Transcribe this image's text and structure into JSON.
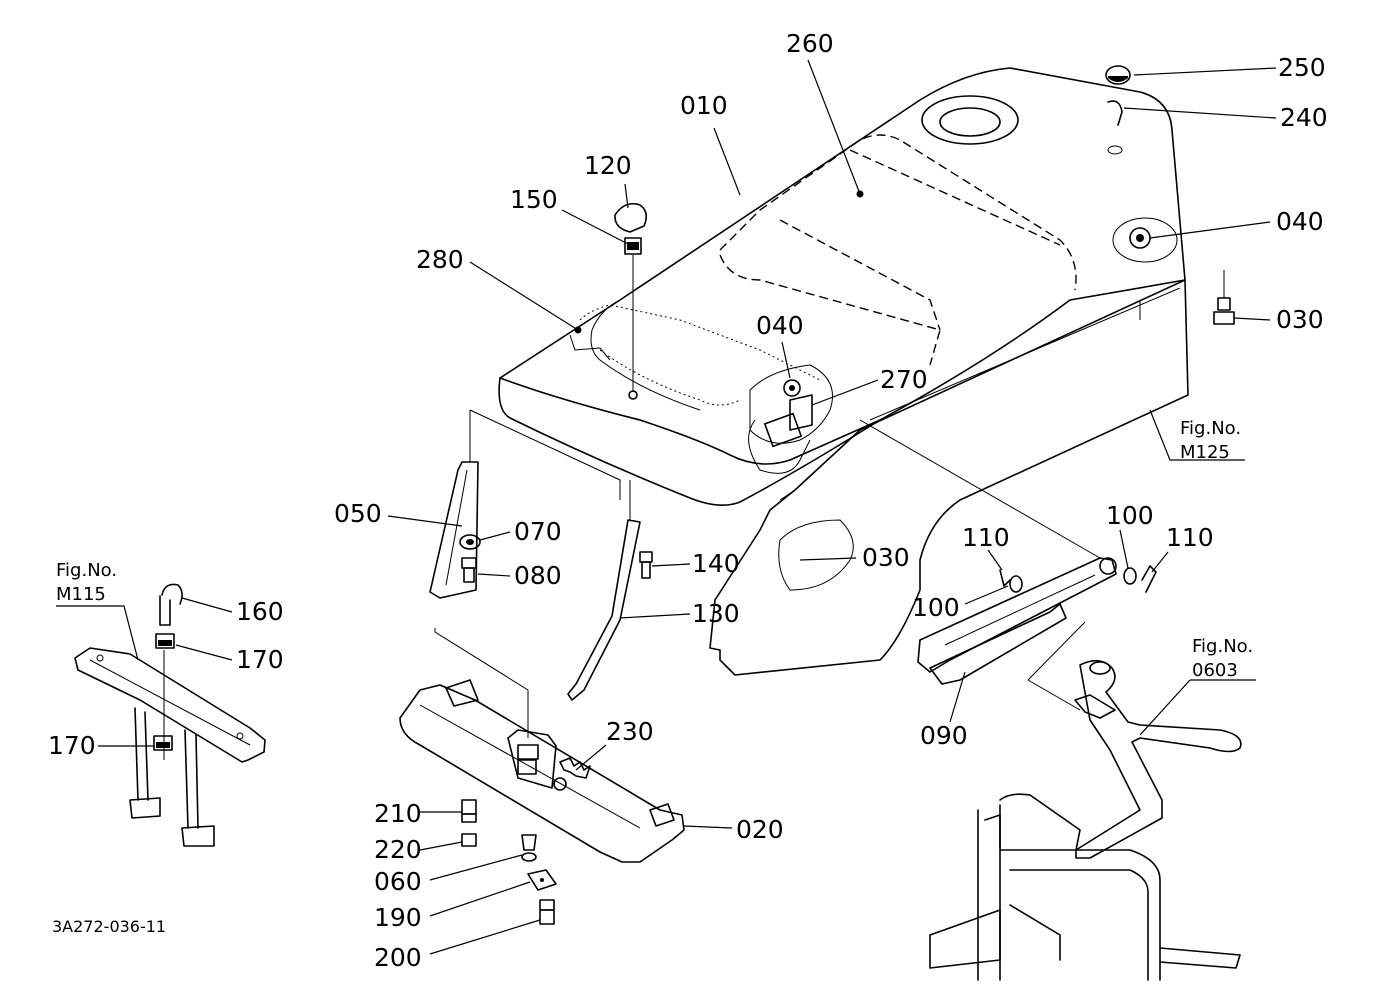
{
  "labels": {
    "p260": "260",
    "p250": "250",
    "p240": "240",
    "p010": "010",
    "p120": "120",
    "p150": "150",
    "p040a": "040",
    "p040b": "040",
    "p280": "280",
    "p030a": "030",
    "p030b": "030",
    "p270": "270",
    "p050": "050",
    "p070": "070",
    "p080": "080",
    "p140": "140",
    "p130": "130",
    "p110a": "110",
    "p110b": "110",
    "p100a": "100",
    "p100b": "100",
    "p160": "160",
    "p170a": "170",
    "p170b": "170",
    "p090": "090",
    "p230": "230",
    "p020": "020",
    "p210": "210",
    "p220": "220",
    "p060": "060",
    "p190": "190",
    "p200": "200"
  },
  "references": {
    "m125_title": "Fig.No.",
    "m125_code": "M125",
    "m115_title": "Fig.No.",
    "m115_code": "M115",
    "f0603_title": "Fig.No.",
    "f0603_code": "0603"
  },
  "drawing_code": "3A272-036-11"
}
